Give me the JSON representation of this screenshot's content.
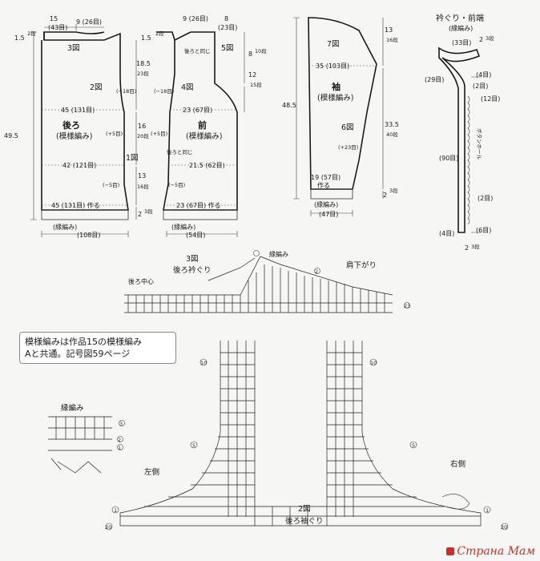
{
  "back_piece": {
    "top_width": "15",
    "top_width_rows": "(43目)",
    "neck_width": "9 (26目)",
    "shoulder_drop": "1.5",
    "shoulder_rows": "2段",
    "fig3": "3図",
    "fig2": "2図",
    "armhole_rows": "(−18目)",
    "bust": "45 (131目)",
    "title": "後ろ",
    "pattern": "(模様編み)",
    "inc5": "(+5目)",
    "height_total": "49.5",
    "waist": "42 (121目)",
    "fig1": "1図",
    "dec5": "(−5目)",
    "hem": "45 (131目) 作る",
    "edging": "(縁編み)",
    "edging_sts": "(108目)"
  },
  "center_dims": {
    "v1": "18.5",
    "v1_rows": "23段",
    "v2": "16",
    "v2_rows": "20段",
    "v3": "13",
    "v3_rows": "16段",
    "v4": "2",
    "v4_rows": "3段"
  },
  "front_piece": {
    "neck": "9 (26目)",
    "shoulder": "8",
    "shoulder_sts": "(23目)",
    "drop": "1.5",
    "drop_rows": "2段",
    "same_as_back": "後ろと同じ",
    "fig5": "5図",
    "fig4": "4図",
    "neck_depth": "8",
    "neck_depth_rows": "10段",
    "neck_v2": "12",
    "neck_v2_rows": "15段",
    "armhole_rows": "(−18目)",
    "bust": "23 (67目)",
    "title": "前",
    "pattern": "(模様編み)",
    "inc5": "(+5目)",
    "same_as_back2": "後ろと同じ",
    "waist": "21.5 (62目)",
    "dec5": "(−5目)",
    "hem": "23 (67目) 作る",
    "edging": "(縁編み)",
    "edging_sts": "(54目)"
  },
  "sleeve": {
    "fig7": "7図",
    "cap_h": "13",
    "cap_rows": "16段",
    "width": "35 (103目)",
    "title": "袖",
    "pattern": "(模様編み)",
    "height": "48.5",
    "fig6": "6図",
    "inc23": "(+23目)",
    "body_h": "33.5",
    "body_rows": "40段",
    "cuff": "19 (57目)",
    "cuff_cast": "作る",
    "cuff_h": "2",
    "cuff_rows": "3段",
    "edging": "(縁編み)",
    "edging_sts": "(47目)"
  },
  "front_band": {
    "title": "衿ぐり・前端",
    "subtitle": "(縁編み)",
    "sts33": "(33目)",
    "band_h": "2",
    "band_rows": "3段",
    "sts4a": "(4目)",
    "sts29": "(29目)",
    "sts2": "(2目)",
    "sts12": "(12目)",
    "buttonhole": "ボタンホール",
    "sts90": "(90目)",
    "sts4b": "(4目)",
    "sts6": "(6目)"
  },
  "chart3": {
    "title": "3図",
    "subtitle": "後ろ衿ぐり",
    "edging_label": "縁編み",
    "shoulder_slope": "肩下がり",
    "center_back": "後ろ中心",
    "row_2": "2",
    "row_23": "23"
  },
  "note": {
    "line1": "模様編みは作品15の模様編み",
    "line2": "Aと共通。記号図59ページ"
  },
  "edging_chart": {
    "title": "縁編み",
    "row3": "3",
    "row2": "2",
    "row1": "1"
  },
  "chart2": {
    "title": "2図",
    "subtitle": "後ろ袖ぐり",
    "left_side": "左側",
    "right_side": "右側",
    "row10a": "10",
    "row10b": "10",
    "row5a": "5",
    "row5b": "5",
    "row1a": "1",
    "row1b": "1",
    "row20a": "20",
    "row20b": "20"
  },
  "watermark": {
    "text": "Страна Мам"
  }
}
